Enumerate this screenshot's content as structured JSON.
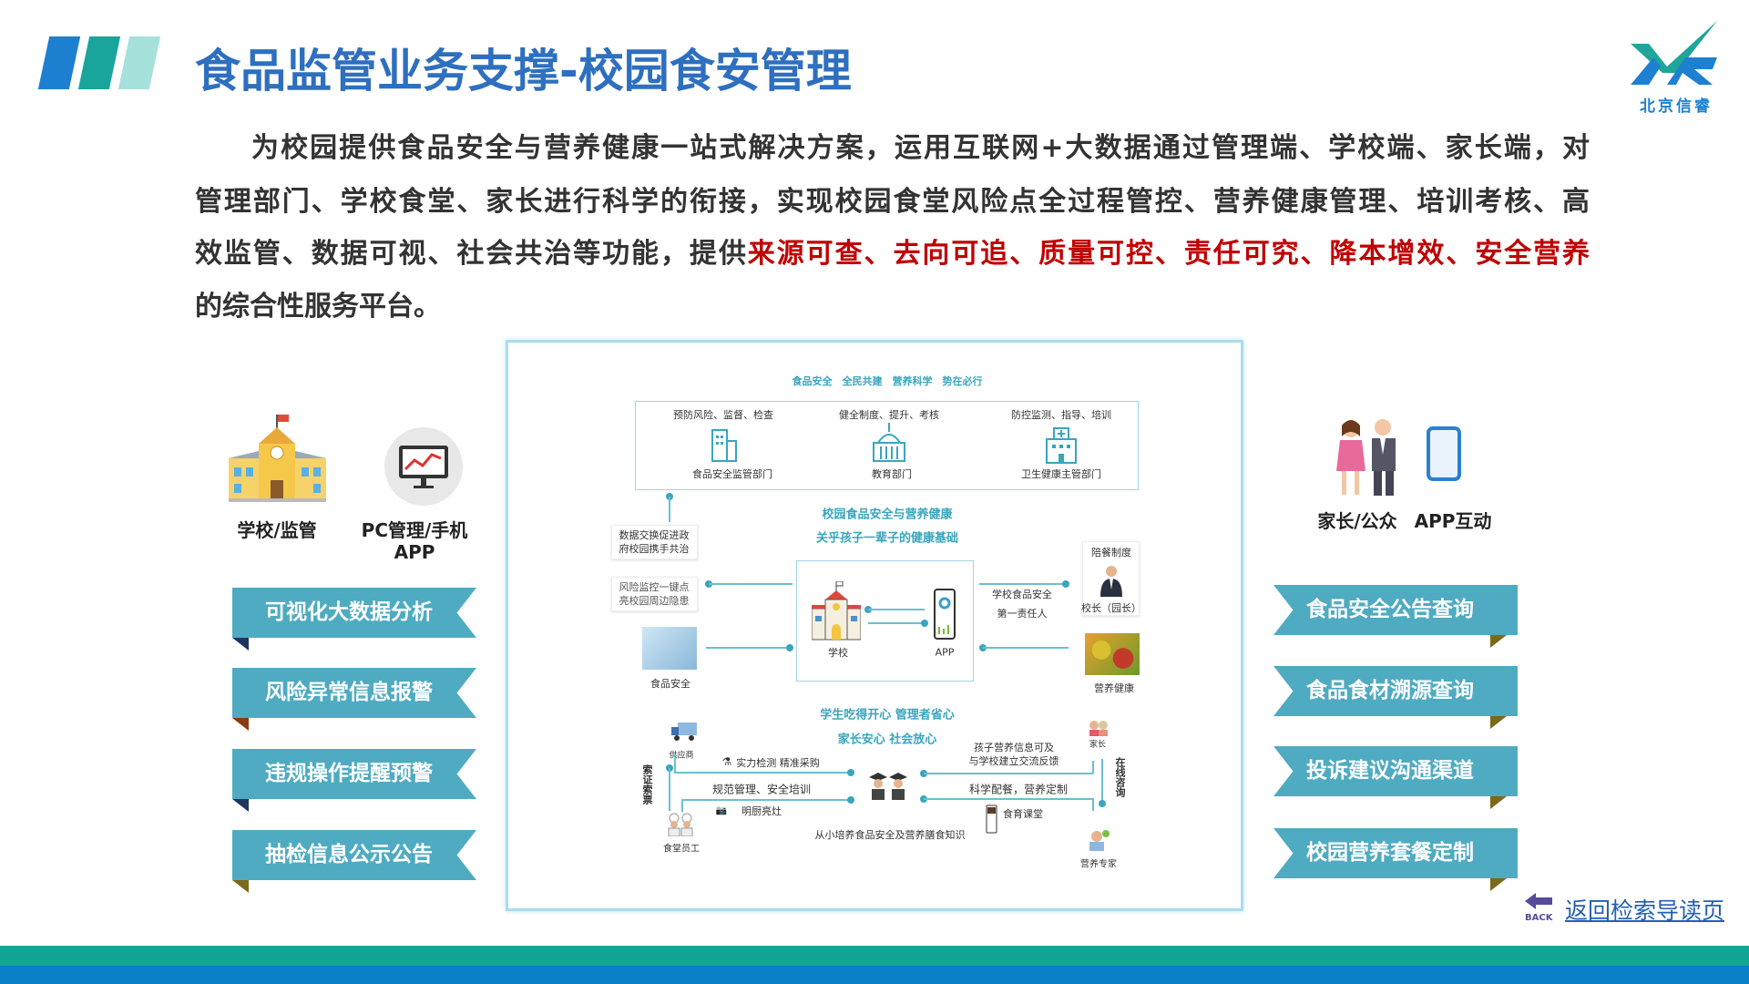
{
  "header": {
    "title": "食品监管业务支撑-校园食安管理",
    "logo_text": "北京信睿"
  },
  "intro": {
    "line1": "为校园提供食品安全与营养健康一站式解决方案，运用互联网+大数据通过管理端、学校端、家长端，对",
    "line2": "管理部门、学校食堂、家长进行科学的衔接，实现校园食堂风险点全过程管控、营养健康管理、培训考核、高",
    "line3_plain": "效监管、数据可视、社会共治等功能，提供",
    "line3_red": "来源可查、去向可追、质量可控、责任可究、降本增效、安全营养",
    "line4": "的综合性服务平台。"
  },
  "left": {
    "icon1_label": "学校/监管",
    "icon2_label": "PC管理/手机APP",
    "ribbons": [
      "可视化大数据分析",
      "风险异常信息报警",
      "违规操作提醒预警",
      "抽检信息公示公告"
    ]
  },
  "right": {
    "icon1_label": "家长/公众",
    "icon2_label": "APP互动",
    "ribbons": [
      "食品安全公告查询",
      "食品食材溯源查询",
      "投诉建议沟通渠道",
      "校园营养套餐定制"
    ]
  },
  "diagram": {
    "slogan": "食品安全　全民共建　营养科学　势在必行",
    "depts": [
      {
        "duty": "预防风险、监督、检查",
        "name": "食品安全监管部门"
      },
      {
        "duty": "健全制度、提升、考核",
        "name": "教育部门"
      },
      {
        "duty": "防控监测、指导、培训",
        "name": "卫生健康主管部门"
      }
    ],
    "center_title1": "校园食品安全与营养健康",
    "center_title2": "关乎孩子一辈子的健康基础",
    "left_box1": [
      "数据交换促进政",
      "府校园携手共治"
    ],
    "left_box2": [
      "风险监控一键点",
      "亮校园周边隐患"
    ],
    "food_safety": "食品安全",
    "school": "学校",
    "app": "APP",
    "responsible": [
      "学校食品安全",
      "第一责任人"
    ],
    "accompany": "陪餐制度",
    "principal": "校长（园长）",
    "nutrition": "营养健康",
    "mid_title1": "学生吃得开心 管理者省心",
    "mid_title2": "家长安心 社会放心",
    "supplier": "供应商",
    "inspect": "实力检测  精准采购",
    "manage": "规范管理、安全培训",
    "kitchen": "明厨亮灶",
    "staff": "食堂员工",
    "certs": "索证索票",
    "parent_info": [
      "孩子营养信息可及",
      "与学校建立交流反馈"
    ],
    "diet": "科学配餐，营养定制",
    "class": "食育课堂",
    "knowledge": "从小培养食品安全及营养膳食知识",
    "parent": "家长",
    "consult": "在线咨询",
    "expert": "营养专家"
  },
  "footer": {
    "back_label": "BACK",
    "back_link": "返回检索导读页"
  },
  "colors": {
    "title": "#2e6fbf",
    "accent": "#3aa5bd",
    "ribbon": "#4fabc1",
    "red": "#c00000"
  }
}
